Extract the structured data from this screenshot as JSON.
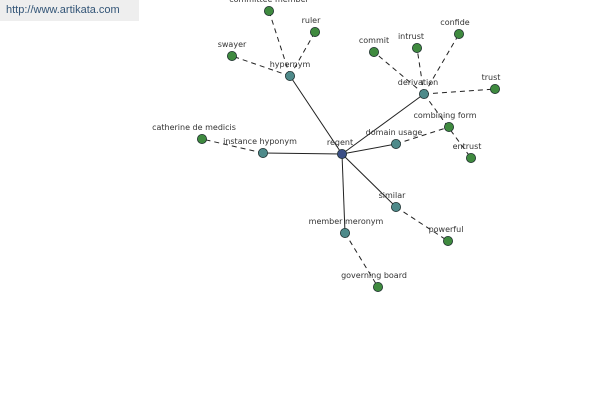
{
  "watermark": {
    "text": "http://www.artikata.com"
  },
  "colors": {
    "center": "#3b4f86",
    "relation": "#4e8a8a",
    "word": "#3f8a3f",
    "edge": "#222222",
    "node_stroke": "#1e2f2f"
  },
  "graph": {
    "center": {
      "id": "regent",
      "label": "regent"
    },
    "relations": [
      {
        "id": "hypernym",
        "label": "hypernym"
      },
      {
        "id": "derivation",
        "label": "derivation"
      },
      {
        "id": "domain_usage",
        "label": "domain usage"
      },
      {
        "id": "instance_hyponym",
        "label": "instance hyponym"
      },
      {
        "id": "similar",
        "label": "similar"
      },
      {
        "id": "member_meronym",
        "label": "member meronym"
      }
    ],
    "words": [
      {
        "id": "committee_member",
        "label": "committee member",
        "relation": "hypernym"
      },
      {
        "id": "ruler",
        "label": "ruler",
        "relation": "hypernym"
      },
      {
        "id": "swayer",
        "label": "swayer",
        "relation": "hypernym"
      },
      {
        "id": "commit",
        "label": "commit",
        "relation": "derivation"
      },
      {
        "id": "intrust",
        "label": "intrust",
        "relation": "derivation"
      },
      {
        "id": "confide",
        "label": "confide",
        "relation": "derivation"
      },
      {
        "id": "trust",
        "label": "trust",
        "relation": "derivation"
      },
      {
        "id": "entrust",
        "label": "entrust",
        "relation": "derivation"
      },
      {
        "id": "combining_form",
        "label": "combining form",
        "relation": "domain_usage"
      },
      {
        "id": "catherine_de_medicis",
        "label": "catherine de medicis",
        "relation": "instance_hyponym"
      },
      {
        "id": "powerful",
        "label": "powerful",
        "relation": "similar"
      },
      {
        "id": "governing_board",
        "label": "governing board",
        "relation": "member_meronym"
      }
    ]
  }
}
